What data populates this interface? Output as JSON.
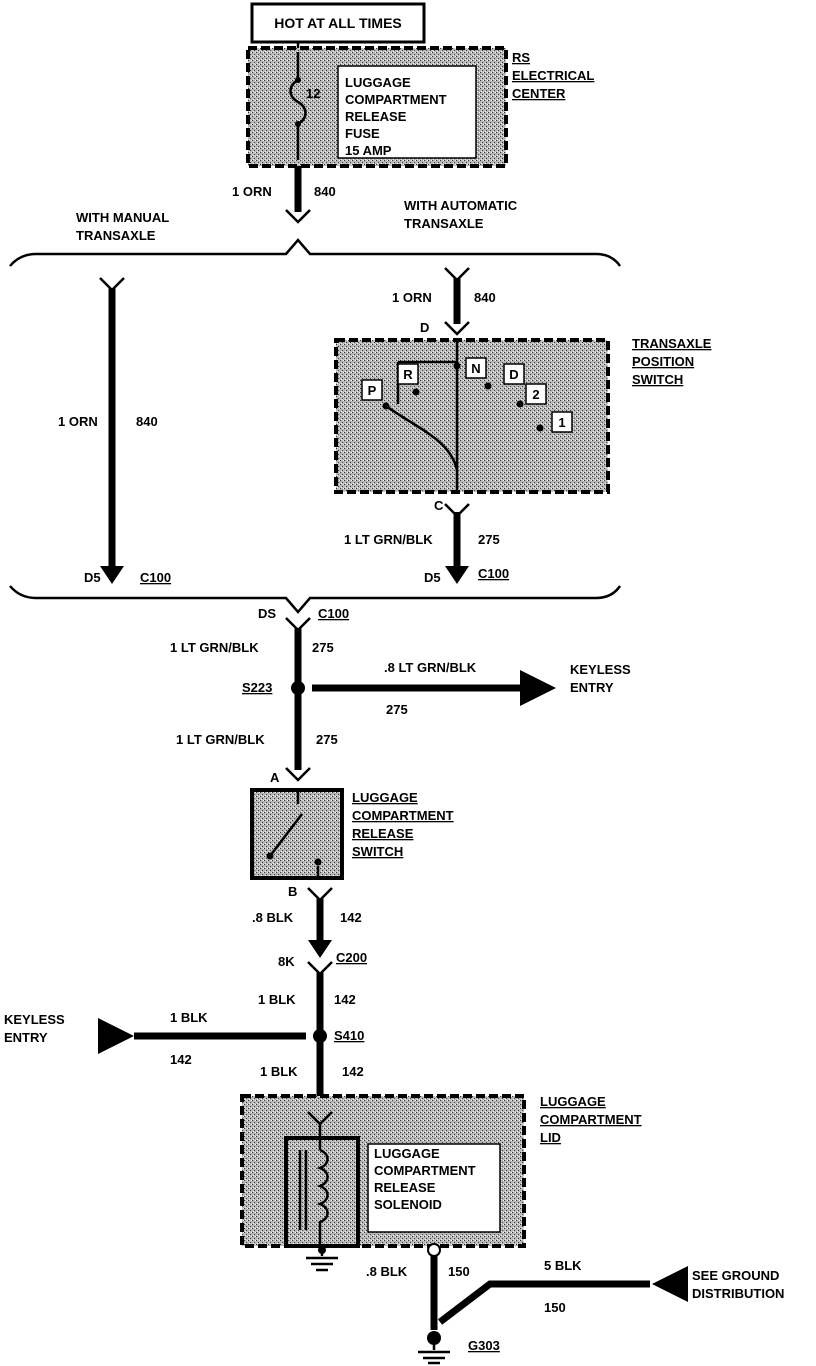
{
  "header": {
    "power_label": "HOT AT ALL TIMES"
  },
  "fuse_block": {
    "name_lines": [
      "RS",
      "ELECTRICAL",
      "CENTER"
    ],
    "fuse_number": "12",
    "fuse_label_lines": [
      "LUGGAGE",
      "COMPARTMENT",
      "RELEASE",
      "FUSE",
      "15 AMP"
    ]
  },
  "variants": {
    "manual": [
      "WITH MANUAL",
      "TRANSAXLE"
    ],
    "automatic": [
      "WITH AUTOMATIC",
      "TRANSAXLE"
    ]
  },
  "wires": {
    "orn_top": {
      "gauge_color": "1 ORN",
      "circuit": "840"
    },
    "orn_auto": {
      "gauge_color": "1 ORN",
      "circuit": "840"
    },
    "orn_manual": {
      "gauge_color": "1 ORN",
      "circuit": "840"
    },
    "tps_out": {
      "gauge_color": "1 LT GRN/BLK",
      "circuit": "275"
    },
    "c100_out": {
      "gauge_color": "1 LT GRN/BLK",
      "circuit": "275"
    },
    "keyless_branch": {
      "gauge_color": ".8 LT GRN/BLK",
      "circuit": "275"
    },
    "to_switch": {
      "gauge_color": "1 LT GRN/BLK",
      "circuit": "275"
    },
    "switch_out": {
      "gauge_color": ".8 BLK",
      "circuit": "142"
    },
    "c200_out": {
      "gauge_color": "1 BLK",
      "circuit": "142"
    },
    "keyless_in": {
      "gauge_color": "1 BLK",
      "circuit": "142"
    },
    "to_solenoid": {
      "gauge_color": "1 BLK",
      "circuit": "142"
    },
    "solenoid_ground": {
      "gauge_color": ".8 BLK",
      "circuit": "150"
    },
    "ground_dist": {
      "gauge_color": "5 BLK",
      "circuit": "150"
    }
  },
  "transaxle_switch": {
    "name_lines": [
      "TRANSAXLE",
      "POSITION",
      "SWITCH"
    ],
    "pin_in": "D",
    "pin_out": "C",
    "positions": [
      "P",
      "R",
      "N",
      "D",
      "2",
      "1"
    ]
  },
  "connectors": {
    "c100_manual": {
      "pin": "D5",
      "name": "C100"
    },
    "c100_auto": {
      "pin": "D5",
      "name": "C100"
    },
    "c100_main": {
      "pin": "DS",
      "name": "C100"
    },
    "c200": {
      "pin": "8K",
      "name": "C200"
    }
  },
  "splices": {
    "s223": "S223",
    "s410": "S410"
  },
  "keyless_entry": {
    "right": [
      "KEYLESS",
      "ENTRY"
    ],
    "left": [
      "KEYLESS",
      "ENTRY"
    ]
  },
  "release_switch": {
    "name_lines": [
      "LUGGAGE",
      "COMPARTMENT",
      "RELEASE",
      "SWITCH"
    ],
    "pin_in": "A",
    "pin_out": "B"
  },
  "lid": {
    "name_lines": [
      "LUGGAGE",
      "COMPARTMENT",
      "LID"
    ],
    "solenoid_lines": [
      "LUGGAGE",
      "COMPARTMENT",
      "RELEASE",
      "SOLENOID"
    ]
  },
  "ground": {
    "name": "G303",
    "see_lines": [
      "SEE GROUND",
      "DISTRIBUTION"
    ]
  }
}
